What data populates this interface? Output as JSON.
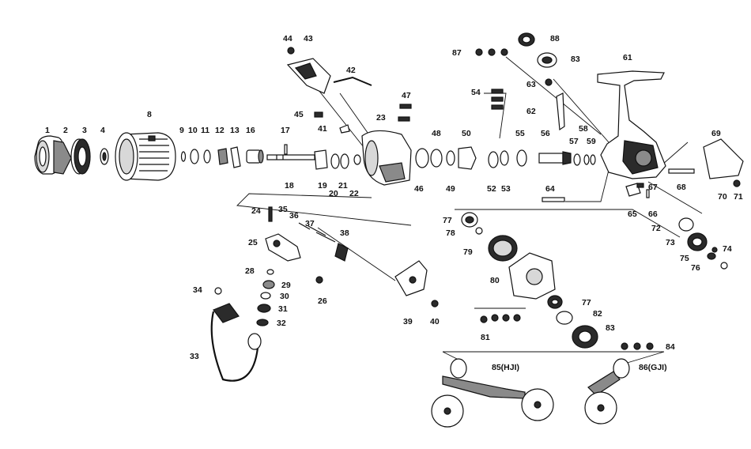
{
  "labels": {
    "p1": "1",
    "p2": "2",
    "p3": "3",
    "p4": "4",
    "p8": "8",
    "p9": "9",
    "p10": "10",
    "p11": "11",
    "p12": "12",
    "p13": "13",
    "p16": "16",
    "p17": "17",
    "p18": "18",
    "p19": "19",
    "p20": "20",
    "p21": "21",
    "p22": "22",
    "p23": "23",
    "p24": "24",
    "p25": "25",
    "p26": "26",
    "p28": "28",
    "p29": "29",
    "p30": "30",
    "p31": "31",
    "p32": "32",
    "p33": "33",
    "p34": "34",
    "p35": "35",
    "p36": "36",
    "p37": "37",
    "p38": "38",
    "p39": "39",
    "p40": "40",
    "p41": "41",
    "p42": "42",
    "p43": "43",
    "p44": "44",
    "p45": "45",
    "p46": "46",
    "p47": "47",
    "p48": "48",
    "p49": "49",
    "p50": "50",
    "p52": "52",
    "p53": "53",
    "p54": "54",
    "p55": "55",
    "p56": "56",
    "p57": "57",
    "p58": "58",
    "p59": "59",
    "p61": "61",
    "p62": "62",
    "p63": "63",
    "p64": "64",
    "p65": "65",
    "p66": "66",
    "p67": "67",
    "p68": "68",
    "p69": "69",
    "p70": "70",
    "p71": "71",
    "p72": "72",
    "p73": "73",
    "p74": "74",
    "p75": "75",
    "p76": "76",
    "p77a": "77",
    "p77b": "77",
    "p78": "78",
    "p79": "79",
    "p80": "80",
    "p81": "81",
    "p82": "82",
    "p83a": "83",
    "p83b": "83",
    "p84": "84",
    "p85": "85(HJI)",
    "p86": "86(GJI)",
    "p87": "87",
    "p88": "88"
  }
}
